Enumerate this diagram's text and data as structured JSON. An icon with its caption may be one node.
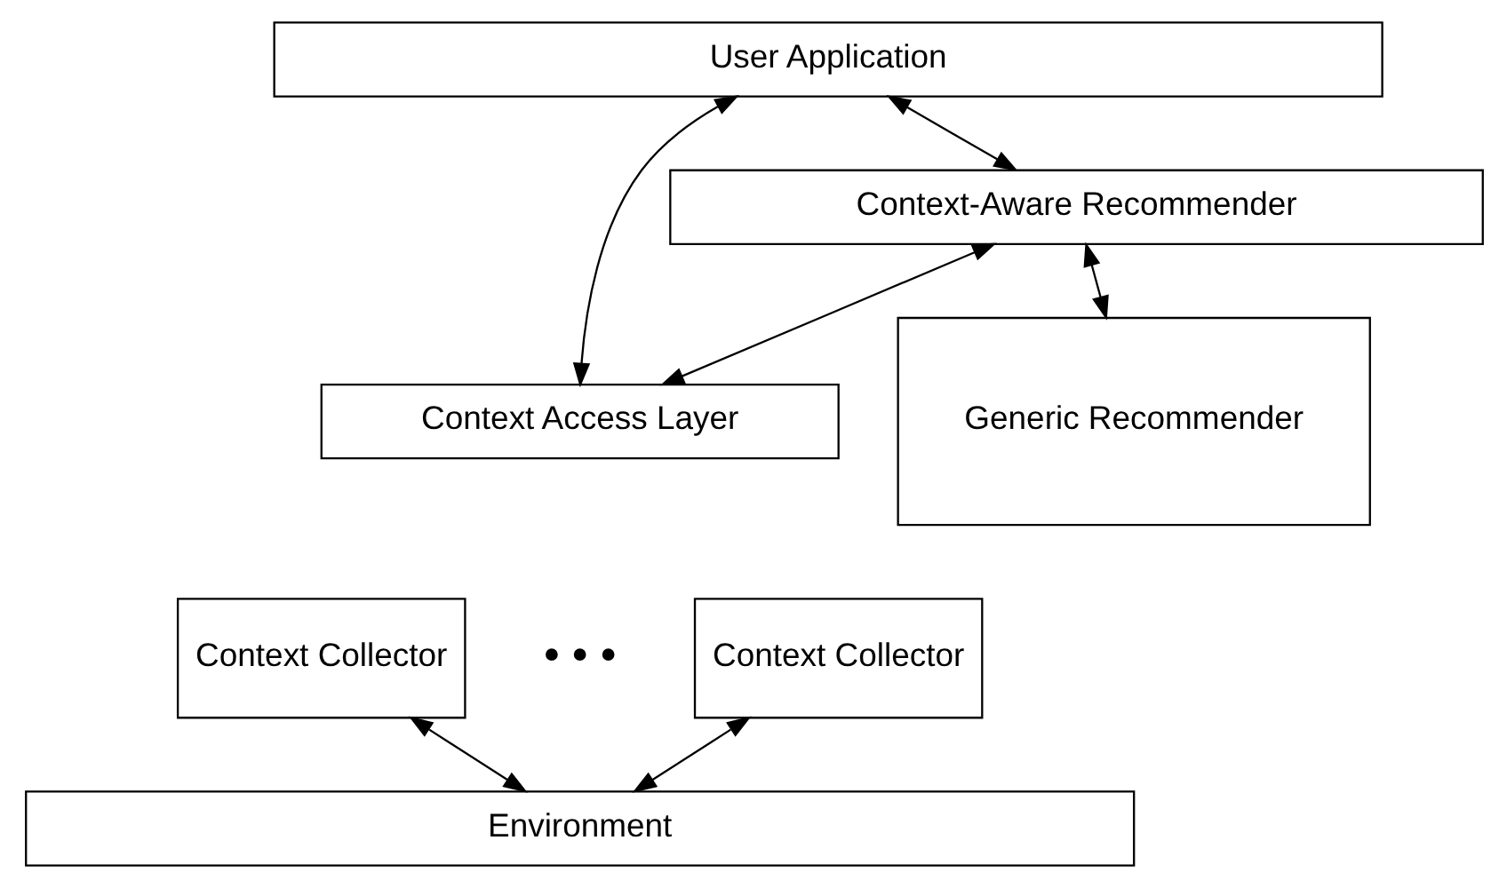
{
  "diagram": {
    "nodes": [
      {
        "text": [
          "User Application"
        ]
      },
      {
        "text": [
          "Context-Aware Recommender"
        ]
      },
      {
        "text": [
          "Context Access Layer"
        ]
      },
      {
        "text": [
          "Generic Recommender"
        ]
      },
      {
        "text": [
          "Context Collector"
        ]
      },
      {
        "text": [
          "Context Collector"
        ]
      },
      {
        "text": [
          "Environment"
        ]
      }
    ],
    "edges": [
      {
        "from": 0,
        "to": 2,
        "arrow": "both"
      },
      {
        "from": 0,
        "to": 1,
        "arrow": "both"
      },
      {
        "from": 1,
        "to": 2,
        "arrow": "both"
      },
      {
        "from": 1,
        "to": 3,
        "arrow": "both"
      },
      {
        "from": 4,
        "to": 6,
        "arrow": "both"
      },
      {
        "from": 5,
        "to": 6,
        "arrow": "both"
      }
    ],
    "labels": [
      "• • •"
    ]
  }
}
